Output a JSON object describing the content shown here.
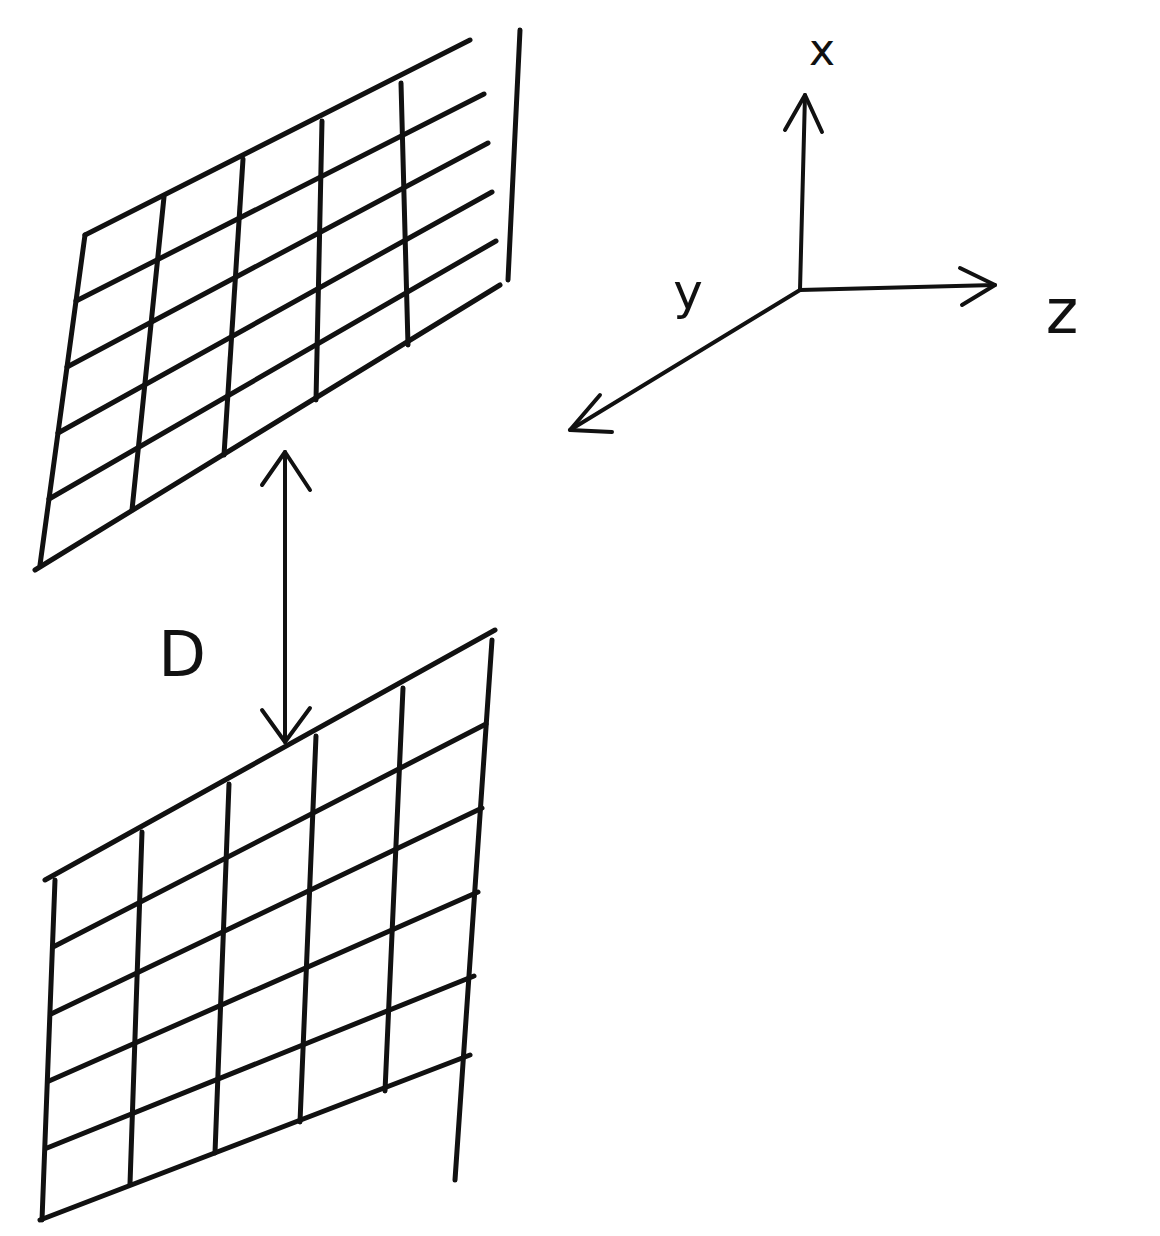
{
  "diagram": {
    "labels": [
      "D",
      "x",
      "y",
      "z"
    ]
  }
}
